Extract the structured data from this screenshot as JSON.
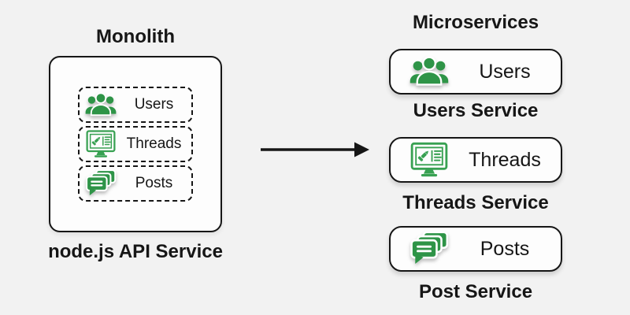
{
  "colors": {
    "bg": "#f2f2f2",
    "ink": "#161616",
    "box": "#fdfdfd",
    "green": "#2e9447",
    "green-outline": "#38a152"
  },
  "monolith": {
    "title": "Monolith",
    "caption": "node.js API Service",
    "items": [
      {
        "label": "Users",
        "icon": "users-icon"
      },
      {
        "label": "Threads",
        "icon": "threads-icon"
      },
      {
        "label": "Posts",
        "icon": "posts-icon"
      }
    ]
  },
  "arrow": {
    "direction": "right"
  },
  "microservices": {
    "title": "Microservices",
    "services": [
      {
        "label": "Users",
        "caption": "Users Service",
        "icon": "users-icon"
      },
      {
        "label": "Threads",
        "caption": "Threads Service",
        "icon": "threads-icon"
      },
      {
        "label": "Posts",
        "caption": "Post Service",
        "icon": "posts-icon"
      }
    ]
  }
}
